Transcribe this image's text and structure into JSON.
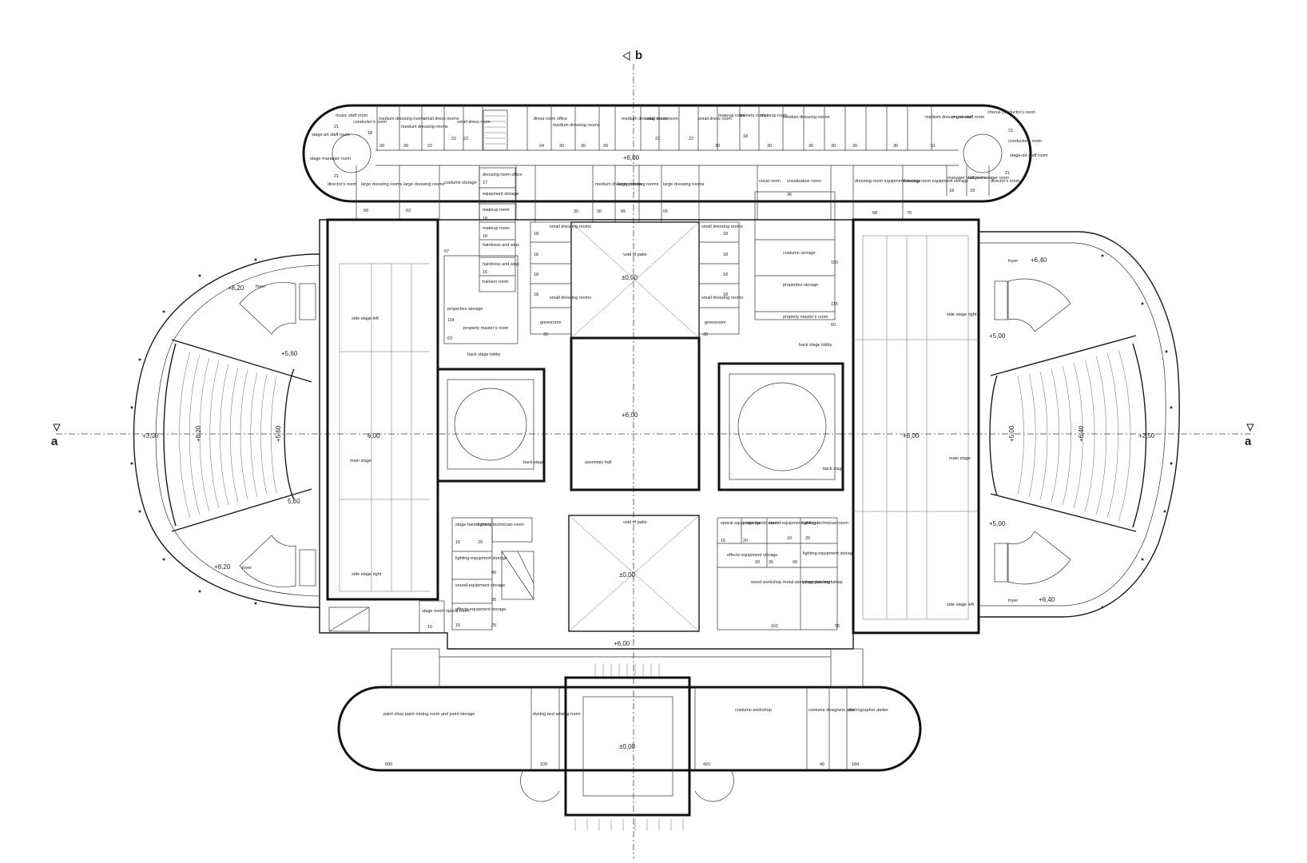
{
  "section_markers": {
    "a_left": "a",
    "a_right": "a",
    "b_top": "b"
  },
  "levels": {
    "foyer_left_top": "+8,20",
    "foyer_left_bottom": "+8,20",
    "auditorium_left_floor": "+3,00",
    "auditorium_left_rim": "+8,20",
    "auditorium_left_mid": "+5,60",
    "box_left_top": "+5,60",
    "box_left_bottom": "5,60",
    "main_stage_left": "6,00",
    "assembly_hall": "+6,00",
    "patio_top": "±0,00",
    "patio_bottom": "±0,00",
    "service_corridor_top": "+6,00",
    "service_corridor_bottom": "+6,00",
    "main_stage_right": "+6,00",
    "auditorium_right_floor": "+2,50",
    "auditorium_right_rim": "+6,40",
    "auditorium_right_mid": "+5,00",
    "box_right_top": "+5,00",
    "box_right_bottom": "+5,00",
    "foyer_right_top": "+6,40",
    "foyer_right_bottom": "+6,40",
    "paint_court": "±0,00"
  },
  "rooms": {
    "music_staff_room_l": "music staff room",
    "conductors_room_l": "conductor's room",
    "medium_dressing_1": "medium dressing rooms",
    "medium_dressing_2": "medium dressing rooms",
    "small_dress_1": "small dress rooms",
    "small_dress_2": "small dress room",
    "stage_art_staff_l": "stage-art staff room",
    "stage_manager_l": "stage-manager room",
    "directors_room_l": "director's room",
    "dress_room_office": "dress room office",
    "medium_dressing_3": "medium dressing rooms",
    "medium_dressing_4": "medium dressing rooms",
    "small_dress_3": "small dress room",
    "small_dress_4": "small dress room",
    "makeup_room_1": "makeup room",
    "trainers_room_1": "trainers room",
    "makeup_room_2": "makeup room",
    "medium_dressing_5": "medium dressing rooms",
    "medium_dressing_6": "medium dressing rooms",
    "music_staff_room_r": "music staff room",
    "chorus_conductors": "chorus conductor's room",
    "conductors_room_r": "conductor's room",
    "stage_art_staff_r": "stage-art staff room",
    "managers_room": "manager staff room",
    "stage_manager_r": "stage-manager room",
    "directors_room_r": "director's room",
    "large_dressing_1": "large dressing rooms",
    "large_dressing_2": "large dressing rooms",
    "costume_storage_1": "costume storage",
    "dressing_room_office": "dressing room office",
    "equipment_storage_1": "equipment storage",
    "makeup_room_3": "makeup room",
    "makeup_room_4": "makeup room",
    "hairdress_wigs_1": "hairdress and wigs",
    "hairdress_wigs_2": "hairdress and wigs",
    "trainers_room_2": "trainers room",
    "medium_dressing_7": "medium dressing rooms",
    "large_dressing_3": "large dressing rooms",
    "large_dressing_4": "large dressing rooms",
    "small_dressing_5": "small dressing rooms",
    "small_dressing_6": "small dressing rooms",
    "small_dressing_7": "small dressing rooms",
    "small_dressing_8": "small dressing rooms",
    "vocal_room": "vocal room",
    "vocalization_room": "vocalization room",
    "dressing_room_equipment": "dressing-room equipment storage",
    "dressing_room_equipment_2": "dressing-room equipment storage",
    "void_patio_top": "void of patio",
    "greenroom_l": "greenroom",
    "greenroom_r": "greenroom",
    "properties_storage_1": "properties storage",
    "property_masters_1": "property master's room",
    "back_stage_lobby_1": "back stage lobby",
    "costume_storage_2": "costume storage",
    "properties_storage_2": "properties storage",
    "property_masters_2": "property master's room",
    "back_stage_lobby_2": "back stage lobby",
    "side_stage_left_1": "side stage left",
    "main_stage_1": "main stage",
    "side_stage_right_1": "side stage right",
    "back_stage_1": "back stage",
    "assembly_hall": "assembly hall",
    "back_stage_2": "back stage",
    "side_stage_right_2": "side stage right",
    "main_stage_2": "main stage",
    "side_stage_left_2": "side stage left",
    "foyer_l_top": "foyer",
    "foyer_l_bottom": "foyer",
    "foyer_r_top": "foyer",
    "foyer_r_bottom": "foyer",
    "stage_hands_1": "stage hands room",
    "lighting_tech_1": "lighting technician room",
    "lighting_equipment_1": "lighting-equipment storage",
    "sound_equipment_1": "sound-equipment storage",
    "effects_equipment_1": "effects-equipment storage",
    "stage_mech_operator": "stage mech operat room",
    "void_patio_bottom": "void of patio",
    "operator_equip": "operat equip storage",
    "stage_hands_2": "stage hands room",
    "sound_equipment_2": "sound-equipment storage",
    "lighting_tech_2": "lighting technician room",
    "effects_equipment_2": "effects-equipment storage",
    "lighting_equipment_2": "lighting-equipment storage",
    "wood_workshop": "wood workshop metal workshop painting",
    "properties_workshop": "properties workshop",
    "paint_shop": "paint shop paint mixing room and paint storage",
    "dyeing_sewing": "dyeing and sewing room",
    "costume_workshop": "costume workshop",
    "costume_designers": "costume designers atlie",
    "scenographer": "scenographer atelier"
  },
  "areas": {
    "a1": "18",
    "a2": "30",
    "a3": "30",
    "a4": "22",
    "a5": "22",
    "a6": "24",
    "a7": "30",
    "a8": "30",
    "a9": "30",
    "a10": "22",
    "a11": "22",
    "a12": "22",
    "a13": "30",
    "a14": "18",
    "a15": "30",
    "a16": "30",
    "a17": "30",
    "a18": "30",
    "a19": "30",
    "a20": "51",
    "a21": "21",
    "a22": "21",
    "a23": "21",
    "a24": "21",
    "a25": "68",
    "a26": "63",
    "a27": "17",
    "a28": "18",
    "a29": "18",
    "a30": "16",
    "a31": "30",
    "a32": "30",
    "a33": "65",
    "a34": "65",
    "a35": "18",
    "a36": "18",
    "a37": "18",
    "a38": "18",
    "a39": "18",
    "a40": "18",
    "a41": "18",
    "a42": "18",
    "a43": "36",
    "a44": "58",
    "a45": "70",
    "a46": "18",
    "a47": "18",
    "a48": "97",
    "a49": "114",
    "a50": "63",
    "a51": "30",
    "a52": "30",
    "a53": "150",
    "a54": "115",
    "a55": "60",
    "a56": "15",
    "a57": "20",
    "a58": "45",
    "a59": "35",
    "a60": "15",
    "a61": "25",
    "a62": "10",
    "a63": "15",
    "a64": "20",
    "a65": "10",
    "a66": "20",
    "a67": "30",
    "a68": "35",
    "a69": "60",
    "a70": "161",
    "a71": "95",
    "a72": "600",
    "a73": "100",
    "a74": "420",
    "a75": "40",
    "a76": "184"
  }
}
